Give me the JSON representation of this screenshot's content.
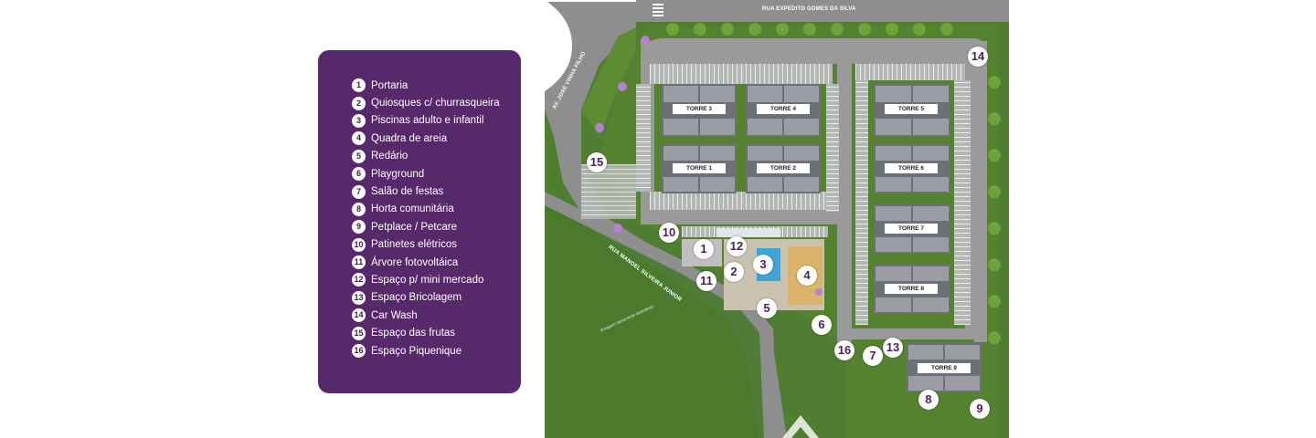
{
  "legend": {
    "items": [
      {
        "num": "1",
        "label": "Portaria"
      },
      {
        "num": "2",
        "label": "Quiosques c/ churrasqueira"
      },
      {
        "num": "3",
        "label": "Piscinas adulto e infantil"
      },
      {
        "num": "4",
        "label": "Quadra de areia"
      },
      {
        "num": "5",
        "label": "Redário"
      },
      {
        "num": "6",
        "label": "Playground"
      },
      {
        "num": "7",
        "label": "Salão de festas"
      },
      {
        "num": "8",
        "label": "Horta comunitária"
      },
      {
        "num": "9",
        "label": "Petplace / Petcare"
      },
      {
        "num": "10",
        "label": "Patinetes elétricos"
      },
      {
        "num": "11",
        "label": "Árvore fotovoltáica"
      },
      {
        "num": "12",
        "label": "Espaço p/ mini mercado"
      },
      {
        "num": "13",
        "label": "Espaço Bricolagem"
      },
      {
        "num": "14",
        "label": "Car Wash"
      },
      {
        "num": "15",
        "label": "Espaço das frutas"
      },
      {
        "num": "16",
        "label": "Espaço Piquenique"
      }
    ]
  },
  "map": {
    "streets": {
      "top": "RUA EXPEDITO GOMES DA SILVA",
      "left": "AV. JOSÉ VINHA FILHO",
      "bottom": "RUA MANOEL SILVEIRA JUNIOR"
    },
    "credit": "(Imagem meramente ilustrativa)",
    "towers": {
      "t1": "TORRE 1",
      "t2": "TORRE 2",
      "t3": "TORRE 3",
      "t4": "TORRE 4",
      "t5": "TORRE 5",
      "t6": "TORRE 6",
      "t7": "TORRE 7",
      "t8": "TORRE 8",
      "t9": "TORRE 9"
    },
    "markers": {
      "m1": "1",
      "m2": "2",
      "m3": "3",
      "m4": "4",
      "m5": "5",
      "m6": "6",
      "m7": "7",
      "m8": "8",
      "m9": "9",
      "m10": "10",
      "m11": "11",
      "m12": "12",
      "m13": "13",
      "m14": "14",
      "m15": "15",
      "m16": "16"
    }
  },
  "colors": {
    "panel": "#57296b",
    "grass": "#4a7a2e",
    "road": "#8d8d8d",
    "parking": "#b5b5b5",
    "building": "#6f7378"
  }
}
